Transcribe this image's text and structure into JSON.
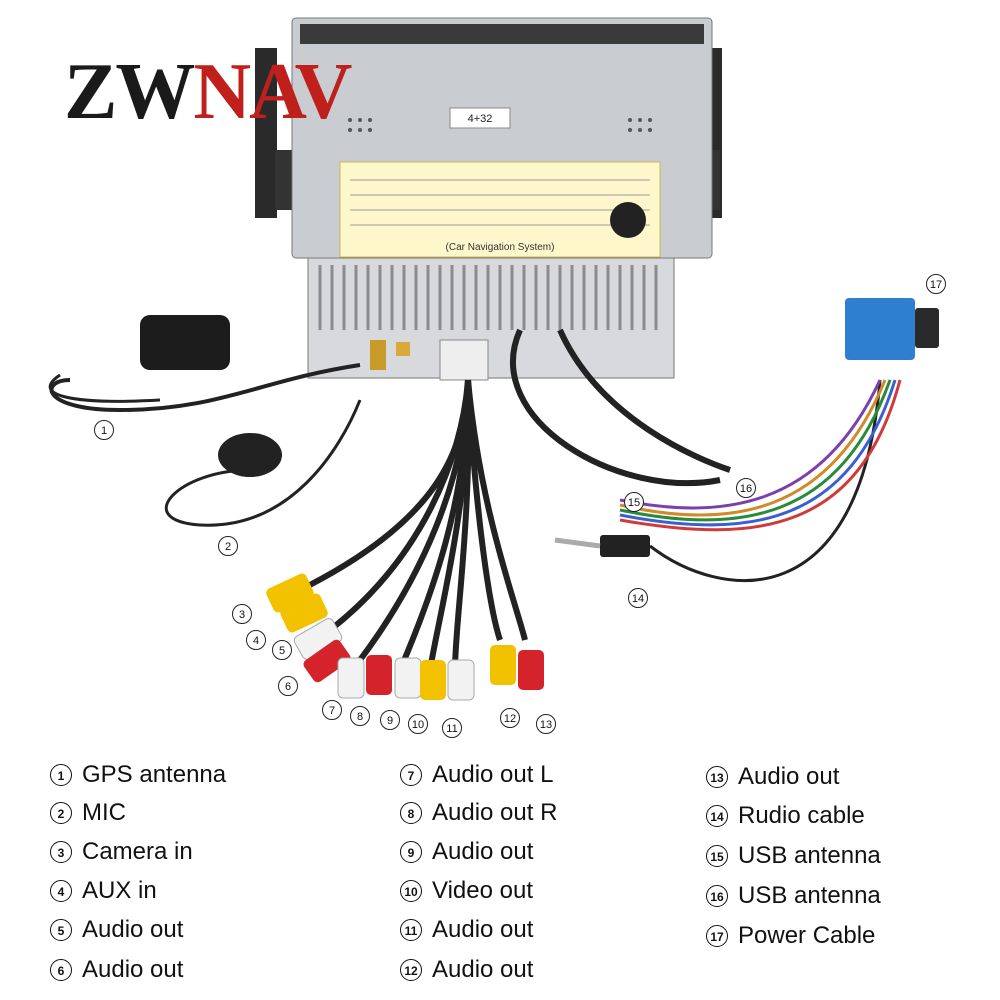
{
  "logo": {
    "part1": "ZW",
    "part2": "NAV"
  },
  "labels": {
    "sticker_title": "(Car Navigation System)",
    "chip_label": "4+32"
  },
  "callouts": [
    "1",
    "2",
    "3",
    "4",
    "5",
    "6",
    "7",
    "8",
    "9",
    "10",
    "11",
    "12",
    "13",
    "14",
    "15",
    "16",
    "17"
  ],
  "legend": [
    {
      "num": "1",
      "text": "GPS antenna"
    },
    {
      "num": "2",
      "text": "MIC"
    },
    {
      "num": "3",
      "text": "Camera in"
    },
    {
      "num": "4",
      "text": "AUX in"
    },
    {
      "num": "5",
      "text": "Audio out"
    },
    {
      "num": "6",
      "text": "Audio out"
    },
    {
      "num": "7",
      "text": "Audio out L"
    },
    {
      "num": "8",
      "text": "Audio out R"
    },
    {
      "num": "9",
      "text": "Audio out"
    },
    {
      "num": "10",
      "text": "Video out"
    },
    {
      "num": "11",
      "text": "Audio out"
    },
    {
      "num": "12",
      "text": "Audio out"
    },
    {
      "num": "13",
      "text": "Audio out"
    },
    {
      "num": "14",
      "text": "Rudio cable"
    },
    {
      "num": "15",
      "text": "USB antenna"
    },
    {
      "num": "16",
      "text": "USB antenna"
    },
    {
      "num": "17",
      "text": "Power Cable"
    }
  ],
  "colors": {
    "logo_dark": "#1a1a1a",
    "logo_red": "#c0201c",
    "rca_yellow": "#f2c200",
    "rca_red": "#d4232b",
    "rca_white": "#f2f2f2",
    "connector_blue": "#2f7fd0"
  }
}
